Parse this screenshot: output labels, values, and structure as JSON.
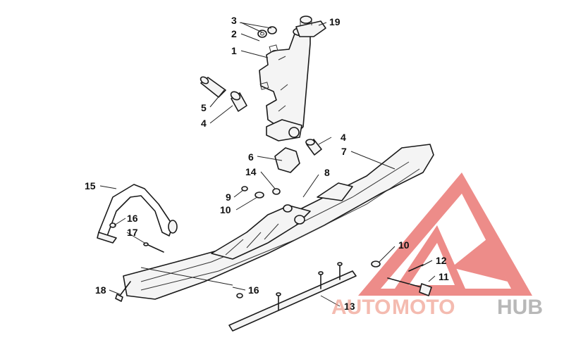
{
  "callouts": {
    "c1": "1",
    "c2": "2",
    "c3": "3",
    "c4a": "4",
    "c4b": "4",
    "c5": "5",
    "c6": "6",
    "c7": "7",
    "c8": "8",
    "c9": "9",
    "c10a": "10",
    "c10b": "10",
    "c11": "11",
    "c12": "12",
    "c13": "13",
    "c14": "14",
    "c15": "15",
    "c16a": "16",
    "c16b": "16",
    "c17": "17",
    "c18": "18",
    "c19": "19"
  },
  "watermark": {
    "part1": "AUTO",
    "part2": "MOTO",
    "part3": "HUB",
    "color_primary": "#f08c7c",
    "color_secondary": "#8a8a8a"
  }
}
